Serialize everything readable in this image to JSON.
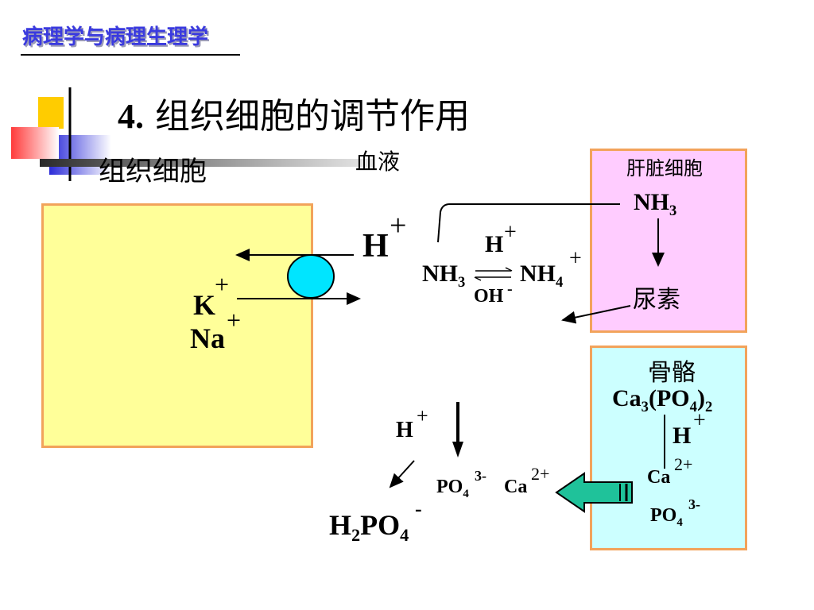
{
  "header": {
    "course_title": "病理学与病理生理学"
  },
  "slide": {
    "number": "4.",
    "title": "组织细胞的调节作用"
  },
  "labels": {
    "tissue_cell": "组织细胞",
    "blood": "血液",
    "liver_cell": "肝脏细胞",
    "bone": "骨骼",
    "urea": "尿素"
  },
  "chem": {
    "H": "H",
    "K": "K",
    "Na": "Na",
    "NH": "NH",
    "OH": "OH",
    "Ca": "Ca",
    "PO": "PO",
    "plus": "+",
    "minus": "-",
    "two_plus": "2+",
    "three_minus": "3-",
    "sub3": "3",
    "sub4": "4",
    "sub2": "2",
    "lparen": "(",
    "rparen": ")"
  },
  "colors": {
    "tissue_fill": "#ffff99",
    "liver_fill": "#ffccff",
    "bone_fill": "#ccffff",
    "box_border": "#f2a35b",
    "channel": "#00e5ff",
    "big_arrow": "#1fc29a",
    "course_title": "#3a3adf"
  }
}
